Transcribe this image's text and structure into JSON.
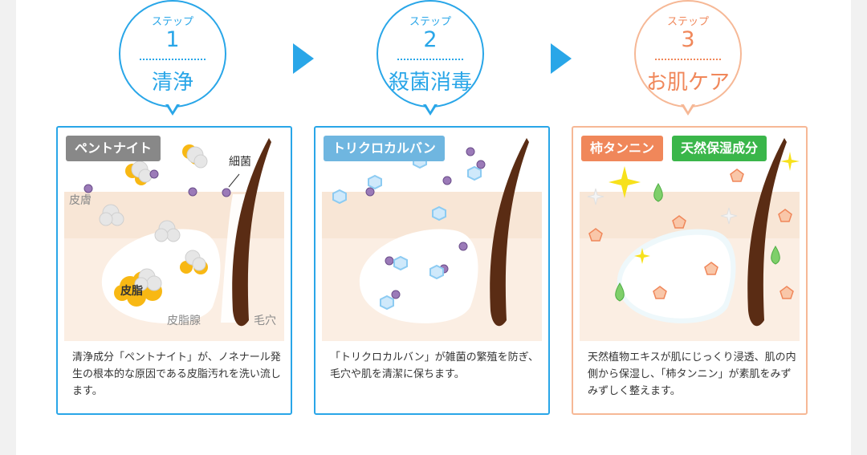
{
  "steps": [
    {
      "label": "ステップ",
      "number": "1",
      "title": "清浄",
      "accent": "#29a6e8",
      "tags": [
        {
          "text": "ペントナイト",
          "color": "#888888"
        }
      ],
      "labels": {
        "skin": "皮膚",
        "bacteria": "細菌",
        "sebum": "皮脂",
        "gland": "皮脂腺",
        "pore": "毛穴"
      },
      "description": "清浄成分「ペントナイト」が、ノネナール発生の根本的な原因である皮脂汚れを洗い流します。"
    },
    {
      "label": "ステップ",
      "number": "2",
      "title": "殺菌消毒",
      "accent": "#29a6e8",
      "tags": [
        {
          "text": "トリクロカルバン",
          "color": "#6fb6e0"
        }
      ],
      "description": "「トリクロカルバン」が雑菌の繁殖を防ぎ、毛穴や肌を清潔に保ちます。"
    },
    {
      "label": "ステップ",
      "number": "3",
      "title": "お肌ケア",
      "accent": "#f0875a",
      "tags": [
        {
          "text": "柿タンニン",
          "color": "#f0875a"
        },
        {
          "text": "天然保湿成分",
          "color": "#3ab64a"
        }
      ],
      "description": "天然植物エキスが肌にじっくり浸透、肌の内側から保湿し、「柿タンニン」が素肌をみずみずしく整えます。"
    }
  ],
  "icons": [
    "play-arrow-icon",
    "play-arrow-icon"
  ]
}
